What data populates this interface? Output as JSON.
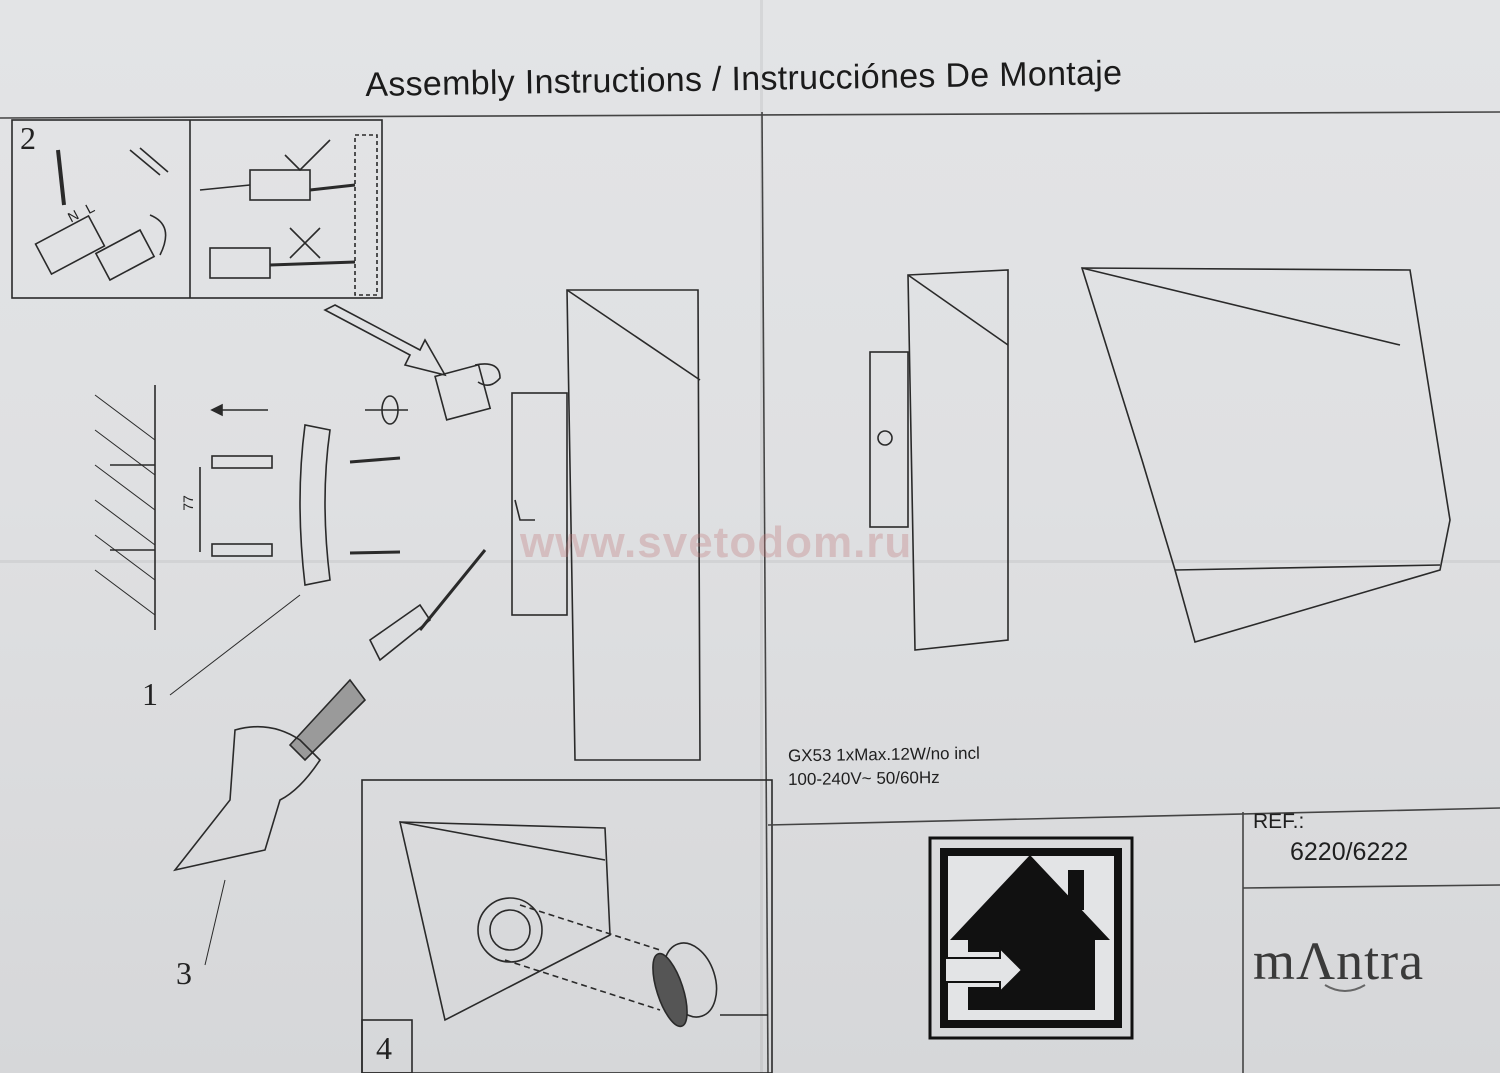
{
  "title": "Assembly Instructions / Instrucciónes De Montaje",
  "steps": {
    "step1": "1",
    "step2": "2",
    "step3": "3",
    "step4": "4"
  },
  "dimension": "77",
  "wiring_labels": {
    "n": "N",
    "l": "L"
  },
  "specs": {
    "line1": "GX53 1xMax.12W/no incl",
    "line2": "100-240V~ 50/60Hz"
  },
  "ref": {
    "label": "REF.:",
    "value": "6220/6222"
  },
  "brand": "mΛntra",
  "watermark": "www.svetodom.ru",
  "icons": [
    "indoor-use-house-icon",
    "screwdriver-icon",
    "rotate-arrow-icon",
    "checkmark-icon",
    "cross-icon"
  ]
}
